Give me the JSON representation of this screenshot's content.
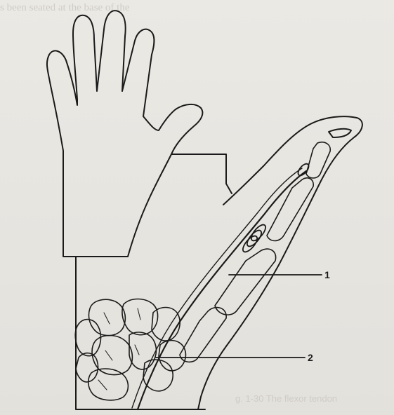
{
  "figure": {
    "callouts": [
      {
        "label": "1"
      },
      {
        "label": "2"
      }
    ],
    "bleed_through_text": {
      "top_line": "s been seated at the base of the",
      "caption_fragment": "g. 1-30 The flexor tendon"
    },
    "colors": {
      "background": "#e9e7e2",
      "ink": "#1a1a1a",
      "bleed_through": "#cfccc6"
    },
    "icons": [
      "hand-outline",
      "finger-section",
      "carpal-bones",
      "flexor-tendon",
      "pulley-ring"
    ]
  }
}
